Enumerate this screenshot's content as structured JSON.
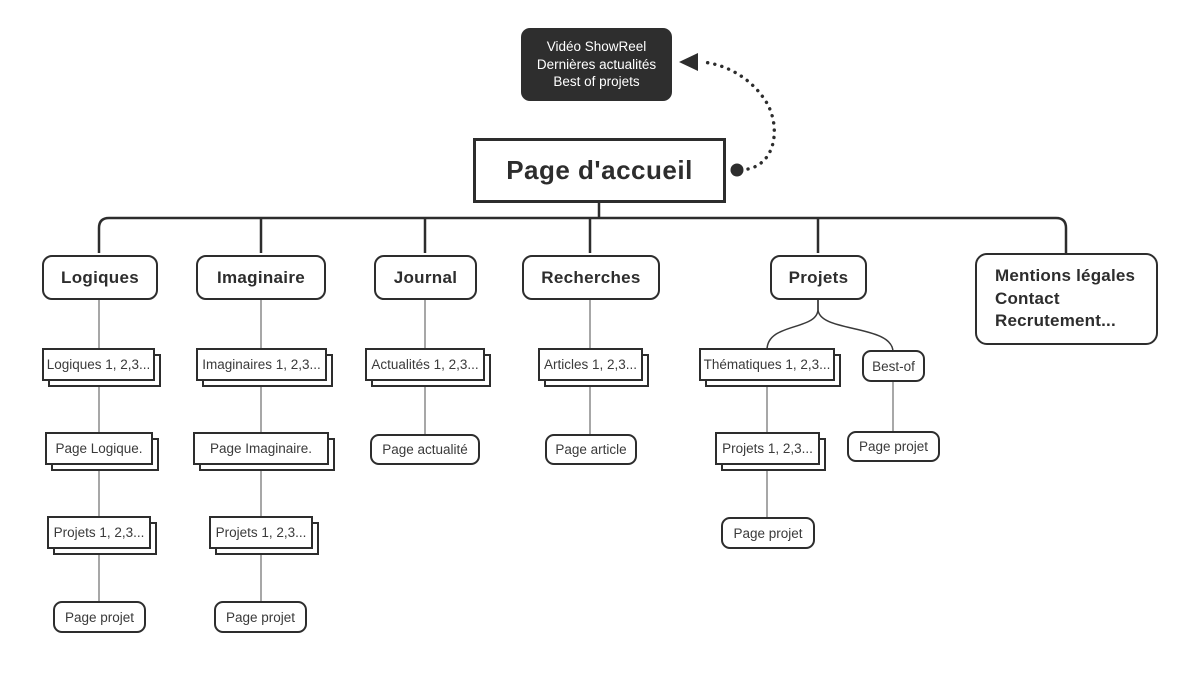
{
  "palette": {
    "ink": "#2d2d2d",
    "gray_line": "#8a8a8a",
    "dark_box_bg": "#2e2e2e",
    "dark_box_text": "#ffffff",
    "background": "#ffffff"
  },
  "annotation_box": {
    "lines": [
      "Vidéo ShowReel",
      "Dernières actualités",
      "Best of projets"
    ]
  },
  "home": {
    "label": "Page d'accueil"
  },
  "columns": {
    "logiques": {
      "title": "Logiques",
      "list": "Logiques 1, 2,3...",
      "page": "Page Logique.",
      "projects": "Projets 1, 2,3...",
      "project_page": "Page projet"
    },
    "imaginaire": {
      "title": "Imaginaire",
      "list": "Imaginaires 1, 2,3...",
      "page": "Page Imaginaire.",
      "projects": "Projets 1, 2,3...",
      "project_page": "Page projet"
    },
    "journal": {
      "title": "Journal",
      "list": "Actualités 1, 2,3...",
      "page": "Page actualité"
    },
    "recherches": {
      "title": "Recherches",
      "list": "Articles 1, 2,3...",
      "page": "Page article"
    },
    "projets": {
      "title": "Projets",
      "themes_list": "Thématiques 1, 2,3...",
      "projects": "Projets 1, 2,3...",
      "project_page": "Page projet",
      "best_of": "Best-of",
      "best_of_page": "Page projet"
    },
    "mentions": {
      "lines": [
        "Mentions légales",
        "Contact",
        "Recrutement..."
      ]
    }
  }
}
